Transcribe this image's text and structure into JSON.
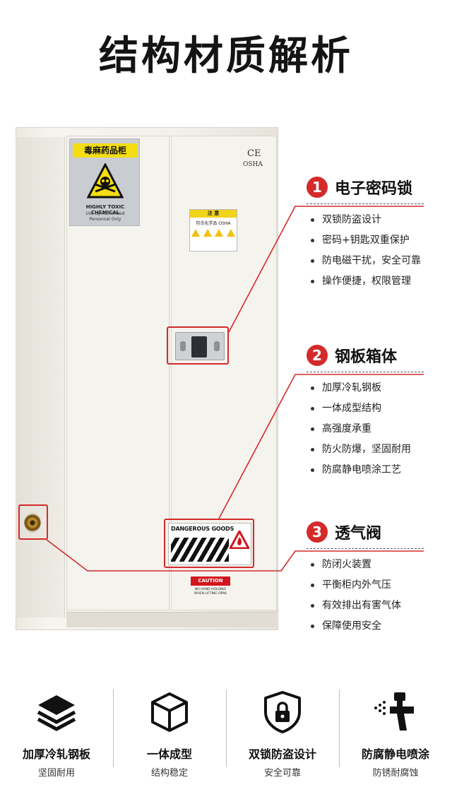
{
  "page_title": "结构材质解析",
  "cabinet": {
    "toxic_sign_title": "毒麻药品柜",
    "toxic_sign_en": "HIGHLY TOXIC CHEMICAL",
    "toxic_sign_sub_1": "Use by Authorized",
    "toxic_sign_sub_2": "Personnel Only",
    "ce_mark": "CE",
    "osha_mark": "OSHA",
    "notice_title": "注 意",
    "notice_line": "符合化学品 OSHA",
    "danger_label": "DANGEROUS GOODS",
    "caution_title": "CAUTION",
    "caution_line_1": "NO HAND HOLDING",
    "caution_line_2": "WHEN LIFTING OPAK"
  },
  "features": [
    {
      "number": "1",
      "title": "电子密码锁",
      "items": [
        "双锁防盗设计",
        "密码+钥匙双重保护",
        "防电磁干扰，安全可靠",
        "操作便捷，权限管理"
      ]
    },
    {
      "number": "2",
      "title": "钢板箱体",
      "items": [
        "加厚冷轧钢板",
        "一体成型结构",
        "高强度承重",
        "防火防爆，坚固耐用",
        "防腐静电喷涂工艺"
      ]
    },
    {
      "number": "3",
      "title": "透气阀",
      "items": [
        "防闭火装置",
        "平衡柜内外气压",
        "有效排出有害气体",
        "保障使用安全"
      ]
    }
  ],
  "bottom_items": [
    {
      "icon": "layers-icon",
      "title": "加厚冷轧钢板",
      "subtitle": "坚固耐用"
    },
    {
      "icon": "cube-icon",
      "title": "一体成型",
      "subtitle": "结构稳定"
    },
    {
      "icon": "shield-lock-icon",
      "title": "双锁防盗设计",
      "subtitle": "安全可靠"
    },
    {
      "icon": "spray-gun-icon",
      "title": "防腐静电喷涂",
      "subtitle": "防锈耐腐蚀"
    }
  ],
  "colors": {
    "accent": "#d42a2a",
    "sign_yellow": "#f4dd13",
    "cabinet": "#f3f1ec"
  }
}
